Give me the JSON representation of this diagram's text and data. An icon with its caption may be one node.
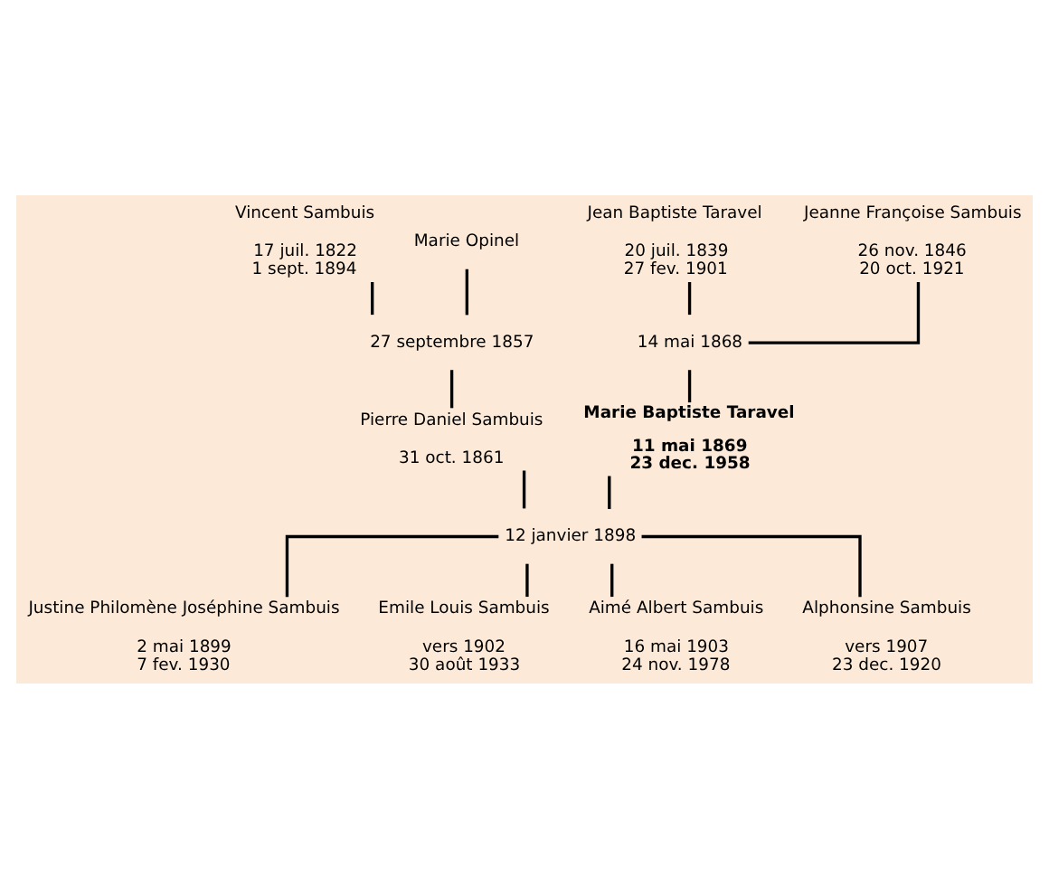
{
  "diagram": {
    "nodes": [
      {
        "text": [
          "Vincent Sambuis",
          "17 juil. 1822",
          "1 sept. 1894"
        ]
      },
      {
        "text": [
          "Marie Opinel"
        ]
      },
      {
        "text": [
          "Jean Baptiste Taravel",
          "20 juil. 1839",
          "27 fev. 1901"
        ]
      },
      {
        "text": [
          "Jeanne Françoise Sambuis",
          "26 nov. 1846",
          "20 oct. 1921"
        ]
      },
      {
        "text": [
          "27 septembre 1857"
        ]
      },
      {
        "text": [
          "14 mai 1868"
        ]
      },
      {
        "text": [
          "Pierre Daniel Sambuis",
          "31 oct. 1861"
        ]
      },
      {
        "text": [
          "Marie Baptiste Taravel",
          "11 mai 1869",
          "23 dec. 1958"
        ]
      },
      {
        "text": [
          "12 janvier 1898"
        ]
      },
      {
        "text": [
          "Justine Philomène Joséphine Sambuis",
          "2 mai 1899",
          "7 fev. 1930"
        ]
      },
      {
        "text": [
          "Emile Louis Sambuis",
          "vers 1902",
          "30 août 1933"
        ]
      },
      {
        "text": [
          "Aimé Albert Sambuis",
          "16 mai 1903",
          "24 nov. 1978"
        ]
      },
      {
        "text": [
          "Alphonsine Sambuis",
          "vers 1907",
          "23 dec. 1920"
        ]
      }
    ],
    "edges": [
      {
        "from": 0,
        "to": 4,
        "arrow": "none"
      },
      {
        "from": 1,
        "to": 4,
        "arrow": "none"
      },
      {
        "from": 2,
        "to": 5,
        "arrow": "none"
      },
      {
        "from": 3,
        "to": 5,
        "arrow": "none"
      },
      {
        "from": 4,
        "to": 6,
        "arrow": "none"
      },
      {
        "from": 5,
        "to": 7,
        "arrow": "none"
      },
      {
        "from": 6,
        "to": 8,
        "arrow": "none"
      },
      {
        "from": 7,
        "to": 8,
        "arrow": "none"
      },
      {
        "from": 8,
        "to": 9,
        "arrow": "none"
      },
      {
        "from": 8,
        "to": 10,
        "arrow": "none"
      },
      {
        "from": 8,
        "to": 11,
        "arrow": "none"
      },
      {
        "from": 8,
        "to": 12,
        "arrow": "none"
      }
    ]
  }
}
